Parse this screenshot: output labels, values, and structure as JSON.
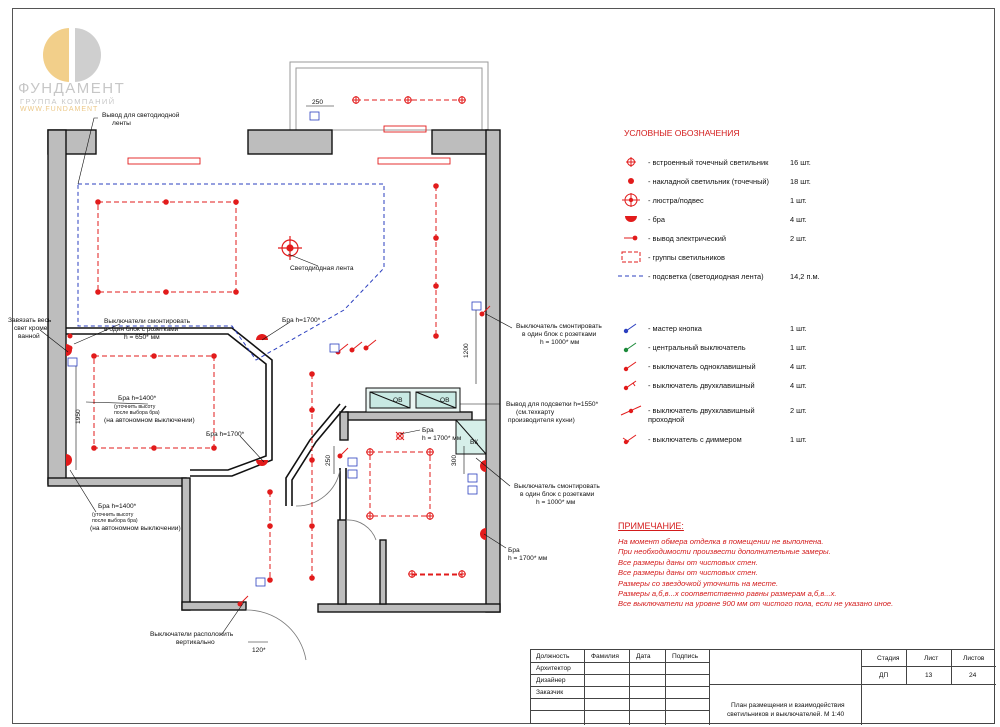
{
  "logo": {
    "name": "ФУНДАМЕНТ",
    "subtitle": "ГРУППА КОМПАНИЙ",
    "url": "WWW.FUNDAMENT",
    "colors": {
      "gold": "#f2cf8a",
      "gray": "#c7c7c7"
    }
  },
  "legend": {
    "title": "УСЛОВНЫЕ ОБОЗНАЧЕНИЯ",
    "items": [
      {
        "icon": "recessed-spot-icon",
        "text": "- встроенный точечный светильник",
        "count": "16 шт."
      },
      {
        "icon": "surface-spot-icon",
        "text": "- накладной светильник (точечный)",
        "count": "18 шт."
      },
      {
        "icon": "chandelier-icon",
        "text": "- люстра/подвес",
        "count": "1 шт."
      },
      {
        "icon": "sconce-icon",
        "text": "- бра",
        "count": "4 шт."
      },
      {
        "icon": "electrical-outlet-icon",
        "text": "- вывод электрический",
        "count": "2 шт."
      },
      {
        "icon": "fixture-group-icon",
        "text": "- группы светильников",
        "count": ""
      },
      {
        "icon": "led-strip-icon",
        "text": "- подсветка (светодиодная лента)",
        "count": "14,2 п.м."
      },
      {
        "icon": "master-button-icon",
        "text": "- мастер кнопка",
        "count": "1 шт."
      },
      {
        "icon": "central-switch-icon",
        "text": "- центральный выключатель",
        "count": "1 шт."
      },
      {
        "icon": "single-switch-icon",
        "text": "- выключатель  одноклавишный",
        "count": "4 шт."
      },
      {
        "icon": "double-switch-icon",
        "text": "- выключатель  двухклавишный",
        "count": "4 шт."
      },
      {
        "icon": "pass-switch-icon",
        "text": "- выключатель  двухклавишный",
        "text2": "проходной",
        "count": "2 шт."
      },
      {
        "icon": "dimmer-switch-icon",
        "text": "- выключатель  с диммером",
        "count": "1 шт."
      }
    ]
  },
  "notes": {
    "title": "ПРИМЕЧАНИЕ:",
    "lines": [
      "На момент обмера отделка в помещении не выполнена.",
      "При необходимости произвести дополнительные замеры.",
      "Все размеры даны от чистовых стен.",
      "Все размеры даны от чистовых стен.",
      "Размеры со звездочкой уточнить на месте.",
      "Размеры а,б,в...х соответственно равны размерам а,б,в...х.",
      "Все выключатели на уровне 900 мм от чистого пола, если не указано иное."
    ]
  },
  "stamp": {
    "headers": {
      "position": "Должность",
      "surname": "Фамилия",
      "date": "Дата",
      "signature": "Подпись"
    },
    "roles": [
      "Архитектор",
      "Дизайнер",
      "Заказчик"
    ],
    "stage_label": "Стадия",
    "sheet_label": "Лист",
    "sheets_label": "Листов",
    "stage": "ДП",
    "sheet": "13",
    "sheets": "24",
    "title_line1": "План размещения и взаимодействия",
    "title_line2": "светильников и выключателей. М 1:40"
  },
  "plan_labels": {
    "led_outlet": "Вывод для светодиодной",
    "led_outlet_2": "ленты",
    "led_strip": "Светодиодная лента",
    "link_all": "Завязать весь",
    "link_all_2": "свет кроме",
    "link_all_3": "ванной",
    "switches_block": "Выключатели смонтировать",
    "switches_block_2": "в один блок с розетками",
    "switches_block_3": "h = 650* мм",
    "bra_1700": "Бра h=1700*",
    "bra_1400": "Бра h=1400*",
    "bra_1400_note": "(уточнить высоту",
    "bra_1400_note2": "после выбора бра)",
    "bra_1400_note3": "(на автономном выключении)",
    "switch_mount": "Выключатель смонтировать",
    "switch_mount_2": "в один блок с розетками",
    "switch_mount_3": "h = 1000* мм",
    "kitchen_led": "Вывод для подсветки h=1550*",
    "kitchen_led_2": "(см.техкарту",
    "kitchen_led_3": "производителя кухни)",
    "bra_1700_2": "Бра",
    "bra_1700_2b": "h = 1700* мм",
    "bra_1700_3": "Бра",
    "bra_1700_3b": "h = 1700* мм",
    "switches_vertical": "Выключатели расположить",
    "switches_vertical_2": "вертикально",
    "dim_250_top": "250",
    "dim_250_mid": "250",
    "dim_300": "300",
    "dim_1950": "1950",
    "dim_1200": "1200",
    "dim_120": "120*",
    "ov_label": "ОВ",
    "ov_label_2": "ОВ",
    "vk_label": "ВК"
  },
  "colors": {
    "fixture_red": "#e21b1b",
    "led_blue": "#2b3fbf",
    "wall_gray": "#bdbdbd",
    "accent_red": "#d31b1b",
    "text": "#111111"
  }
}
